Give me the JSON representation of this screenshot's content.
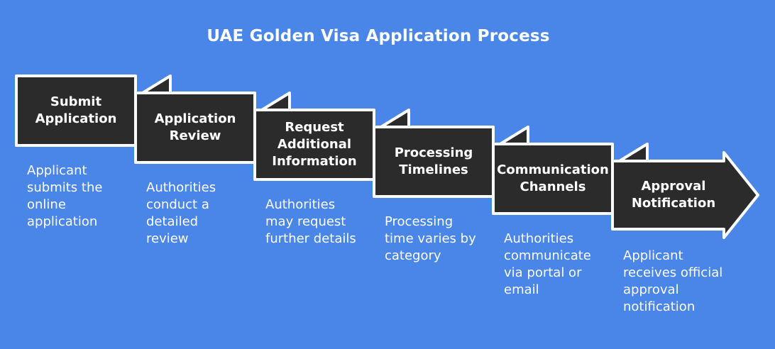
{
  "title": "UAE Golden Visa Application Process",
  "colors": {
    "background": "#4a86e8",
    "box_fill": "#2b2b2b",
    "box_stroke": "#ffffff",
    "text": "#ffffff"
  },
  "steps": [
    {
      "label": "Submit\nApplication",
      "description": "Applicant\nsubmits the\nonline\napplication"
    },
    {
      "label": "Application\nReview",
      "description": "Authorities\nconduct a\ndetailed\nreview"
    },
    {
      "label": "Request\nAdditional\nInformation",
      "description": "Authorities\nmay request\nfurther details"
    },
    {
      "label": "Processing\nTimelines",
      "description": "Processing\ntime varies by\ncategory"
    },
    {
      "label": "Communication\nChannels",
      "description": "Authorities\ncommunicate\nvia portal or\nemail"
    },
    {
      "label": "Approval\nNotification",
      "description": "Applicant\nreceives official\napproval\nnotification"
    }
  ]
}
